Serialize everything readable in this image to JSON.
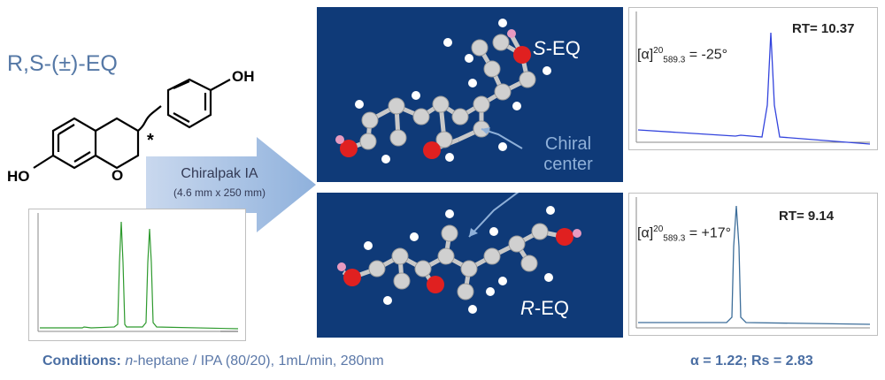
{
  "title": "R,S-(±)-EQ",
  "structure": {
    "oh_top": "OH",
    "oh_left": "HO",
    "ring_o": "O",
    "stereo_mark": "*"
  },
  "column": {
    "name": "Chiralpak IA",
    "dims": "(4.6 mm x 250 mm)"
  },
  "panels": {
    "top_label_italic": "S",
    "top_label_rest": "-EQ",
    "bottom_label_italic": "R",
    "bottom_label_rest": "-EQ",
    "chiral_line1": "Chiral",
    "chiral_line2": "center"
  },
  "chromatograms": {
    "top": {
      "rt": "RT= 10.37",
      "alpha_symbol": "[α]",
      "sup": "20",
      "sub": "589.3",
      "value": "= -25°",
      "color": "#3344dd"
    },
    "bottom": {
      "rt": "RT=  9.14",
      "alpha_symbol": "[α]",
      "sup": "20",
      "sub": "589.3",
      "value": "= +17°",
      "color": "#3d6e9a"
    },
    "racemic": {
      "color": "#2e9a2e"
    }
  },
  "conditions": {
    "label": "Conditions:",
    "solvent_italic": "n",
    "text": "-heptane / IPA (80/20), 1mL/min, 280nm"
  },
  "selectivity": "α = 1.22; Rs = 2.83"
}
